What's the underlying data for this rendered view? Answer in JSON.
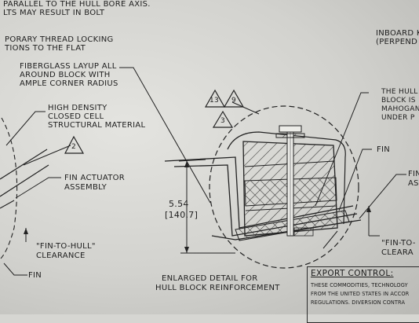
{
  "drawing": {
    "top_note_line1": "PARALLEL TO THE HULL BORE AXIS.",
    "top_note_line2": "LTS MAY RESULT IN BOLT",
    "thread_note_line1": "PORARY THREAD LOCKING",
    "thread_note_line2": "TIONS TO THE FLAT",
    "inboard_line1": "INBOARD K",
    "inboard_line2": "(PERPEND",
    "layup_line1": "FIBERGLASS LAYUP ALL",
    "layup_line2": "AROUND BLOCK WITH",
    "layup_line3": "AMPLE CORNER RADIUS",
    "hd_line1": "HIGH DENSITY",
    "hd_line2": "CLOSED CELL",
    "hd_line3": "STRUCTURAL MATERIAL",
    "hull_line1": "THE HULL",
    "hull_line2": "BLOCK IS",
    "hull_line3": "MAHOGAN",
    "hull_line4": "UNDER P",
    "fin_right": "FIN",
    "fin_right2_line1": "FIN",
    "fin_right2_line2": "AS",
    "actuator_line1": "FIN ACTUATOR",
    "actuator_line2": "ASSEMBLY",
    "dim_line1": "5.54",
    "dim_line2": "[140.7]",
    "clearance_left_line1": "\"FIN-TO-HULL\"",
    "clearance_left_line2": "CLEARANCE",
    "clearance_right_line1": "\"FIN-TO-",
    "clearance_right_line2": "CLEARA",
    "fin_left": "FIN",
    "detail_line1": "ENLARGED DETAIL FOR",
    "detail_line2": "HULL BLOCK REINFORCEMENT",
    "tag_13": "13",
    "tag_9": "9",
    "tag_3": "3",
    "tag_2": "2"
  },
  "export": {
    "title": "EXPORT CONTROL:",
    "line1": "THESE COMMODITIES, TECHNOLOGY",
    "line2": "FROM THE UNITED STATES IN ACCOR",
    "line3": "REGULATIONS. DIVERSION CONTRA"
  }
}
